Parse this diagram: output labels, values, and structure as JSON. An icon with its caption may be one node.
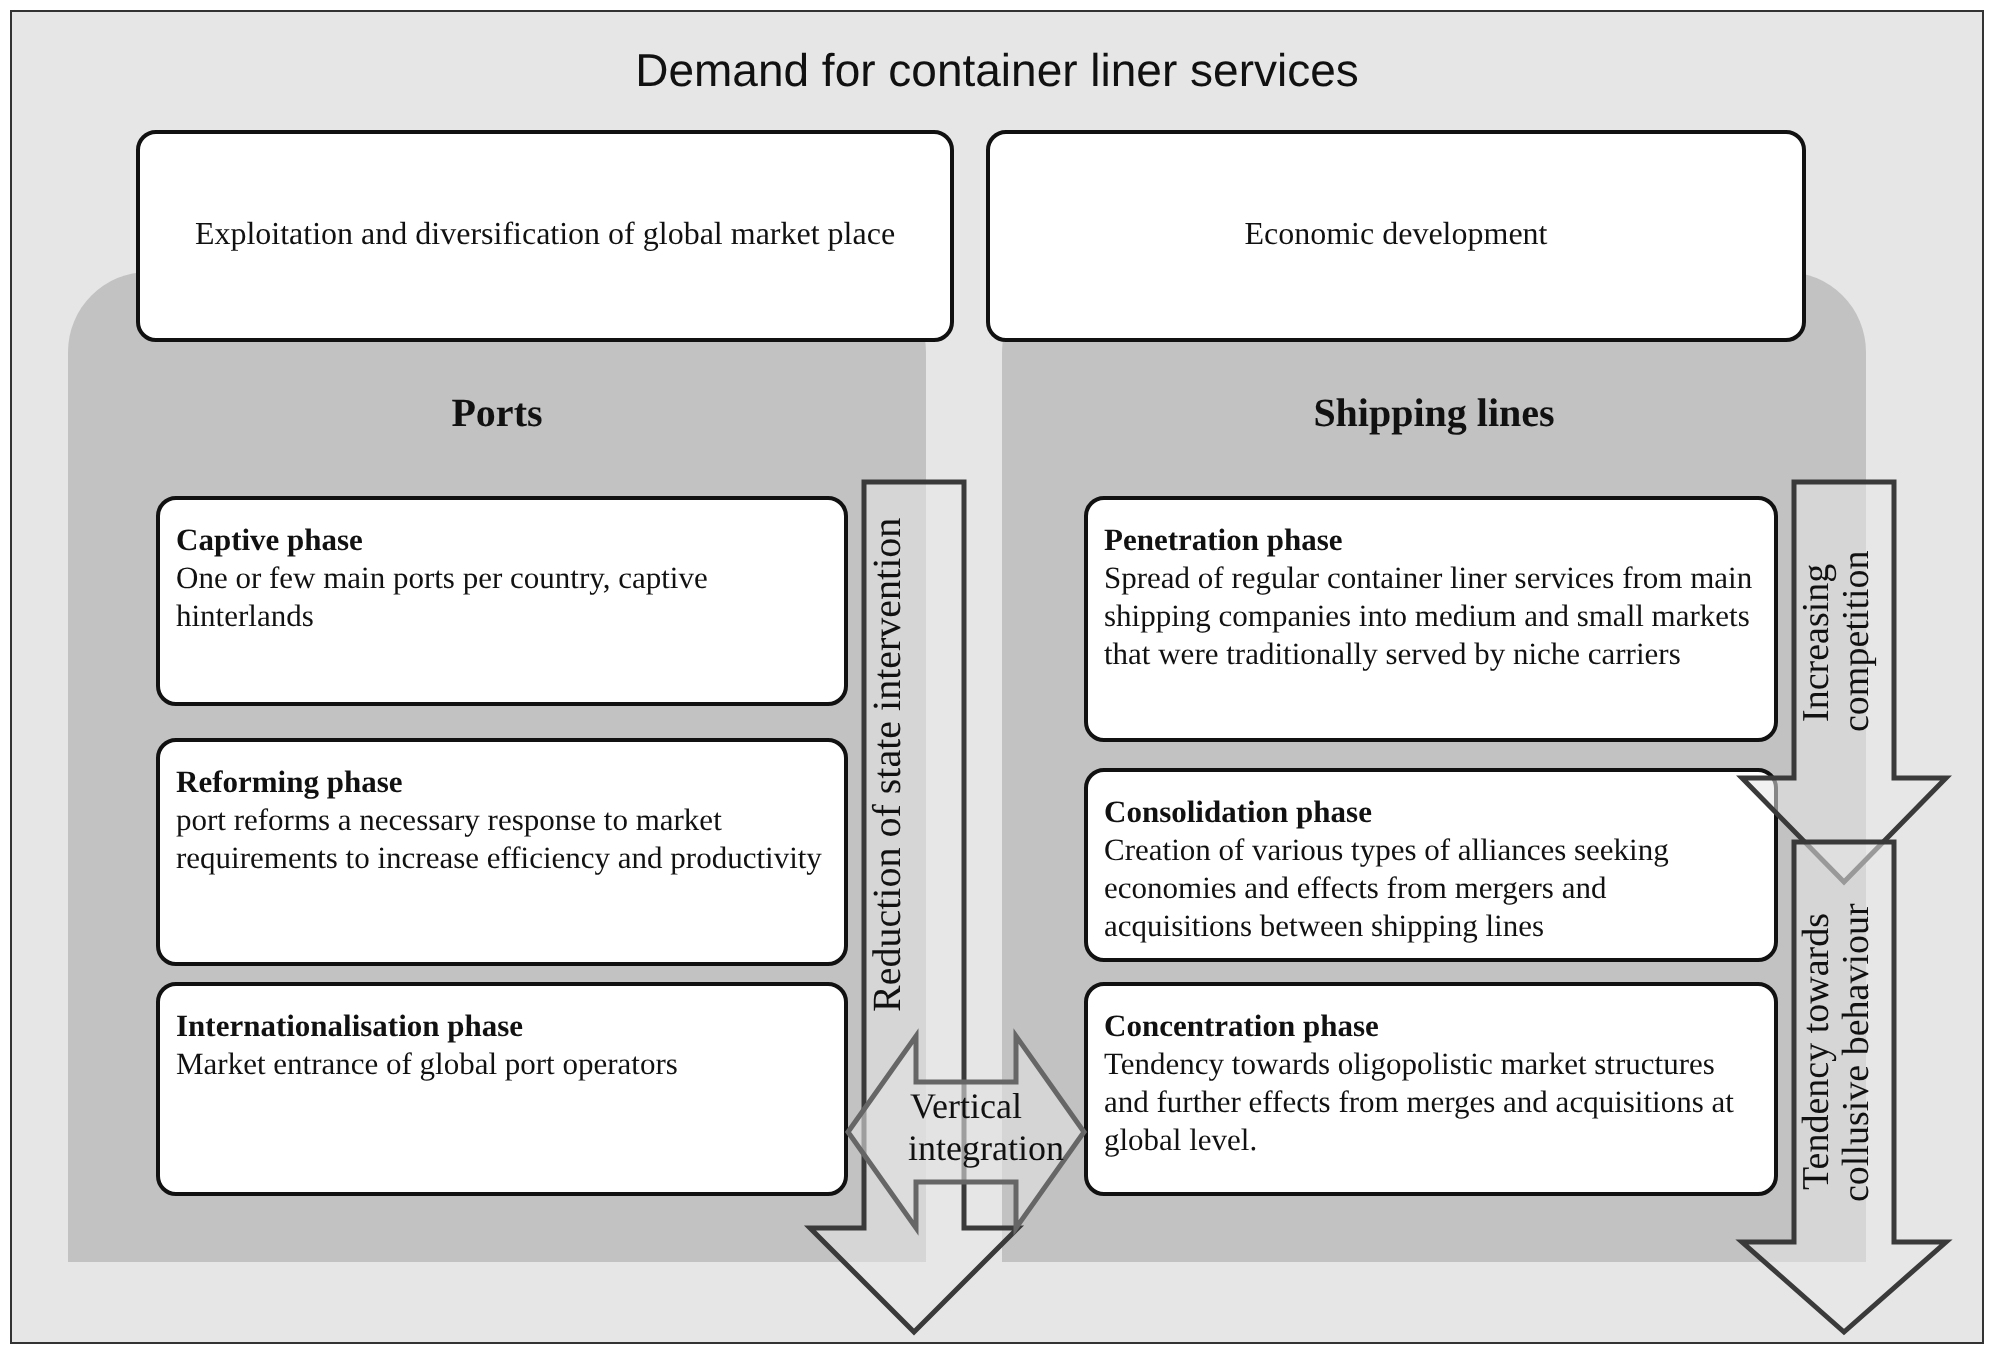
{
  "diagram": {
    "nodes": [
      {
        "text": [
          "Demand for container liner services"
        ]
      },
      {
        "text": [
          "Exploitation and diversification of global market place"
        ],
        "in": 0
      },
      {
        "text": [
          "Economic development"
        ],
        "in": 0
      },
      {
        "text": [
          "Ports"
        ],
        "in": 0
      },
      {
        "text": [
          "Captive phase",
          "One or few main ports per country, captive hinterlands"
        ],
        "in": 3
      },
      {
        "text": [
          "Reforming phase",
          "port reforms a necessary response to market requirements to increase efficiency and productivity"
        ],
        "in": 3
      },
      {
        "text": [
          "Internationalisation phase",
          "Market entrance of global port operators"
        ],
        "in": 3
      },
      {
        "text": [
          "Shipping lines"
        ],
        "in": 0
      },
      {
        "text": [
          "Penetration phase",
          "Spread of regular container liner services from main shipping companies into medium and small markets that were traditionally served by niche carriers"
        ],
        "in": 7
      },
      {
        "text": [
          "Consolidation phase",
          "Creation of various types of alliances  seeking economies and effects from mergers and acquisitions between shipping lines"
        ],
        "in": 7
      },
      {
        "text": [
          "Concentration phase",
          "Tendency towards oligopolistic market structures and further effects from merges and acquisitions at global level."
        ],
        "in": 7
      },
      {
        "text": [
          "Reduction of state intervention"
        ],
        "in": 0
      },
      {
        "text": [
          "Increasing competition"
        ],
        "in": 0
      },
      {
        "text": [
          "Tendency towards collusive behaviour"
        ],
        "in": 0
      }
    ],
    "edges": [
      {
        "from": 6,
        "to": 10,
        "arrow": "both",
        "label": "Vertical integration",
        "style": "thick"
      }
    ]
  }
}
